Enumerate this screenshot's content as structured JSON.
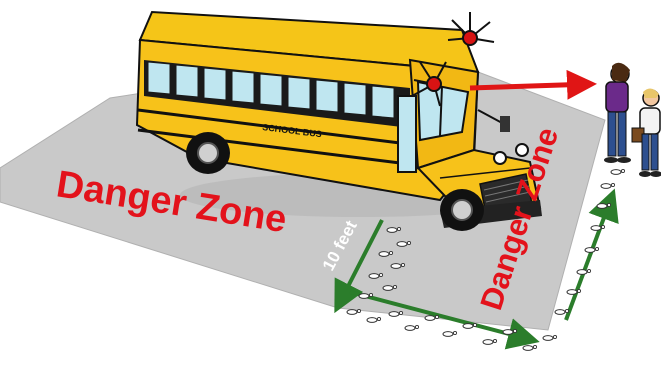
{
  "labels": {
    "danger_zone_side": "Danger Zone",
    "danger_zone_front": "Danger Zone",
    "distance": "10 feet",
    "bus_side_text": "SCHOOL BUS"
  },
  "colors": {
    "zone_fill": "#c8c8c8",
    "danger_text": "#e3121b",
    "bus_yellow": "#f7c21a",
    "bus_dark": "#111111",
    "arrow_green": "#2b7d2b",
    "arrow_red": "#e01515",
    "warning_light": "#d81313"
  },
  "icons": [
    "school-bus-icon",
    "flashing-light-icon",
    "footprint-icon",
    "child-figure-icon"
  ]
}
